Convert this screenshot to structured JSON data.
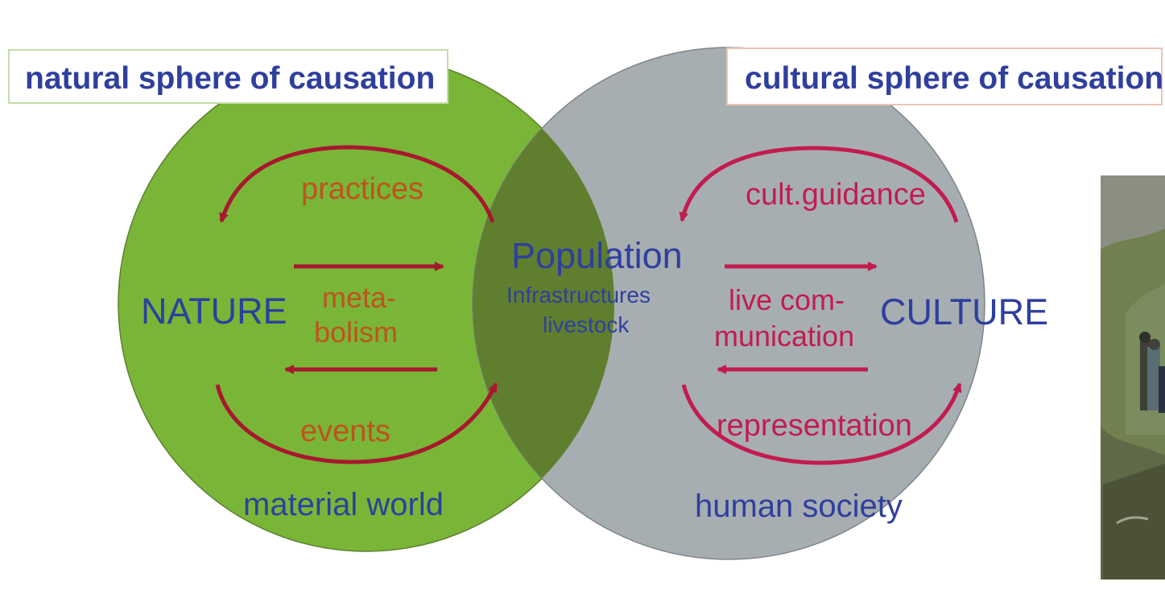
{
  "diagram": {
    "left_sphere_label": "natural sphere of causation",
    "right_sphere_label": "cultural sphere of causation",
    "center": {
      "title": "Population",
      "line1": "Infrastructures",
      "line2": "livestock"
    },
    "left": {
      "title": "NATURE",
      "top_arc": "practices",
      "middle_line1": "meta-",
      "middle_line2": "bolism",
      "bottom_arc": "events",
      "footer": "material world"
    },
    "right": {
      "title": "CULTURE",
      "top_arc": "cult.guidance",
      "middle_line1": "live com-",
      "middle_line2": "munication",
      "bottom_arc": "representation",
      "footer": "human society"
    },
    "colors": {
      "nature_fill": "#79b637",
      "culture_fill": "#a7aeb2",
      "overlap_fill": "#5f7f2f",
      "arrow_red": "#a8182f",
      "text_blue": "#2f3f9e",
      "text_orange": "#c0521f",
      "text_crimson": "#c21c4f"
    }
  }
}
